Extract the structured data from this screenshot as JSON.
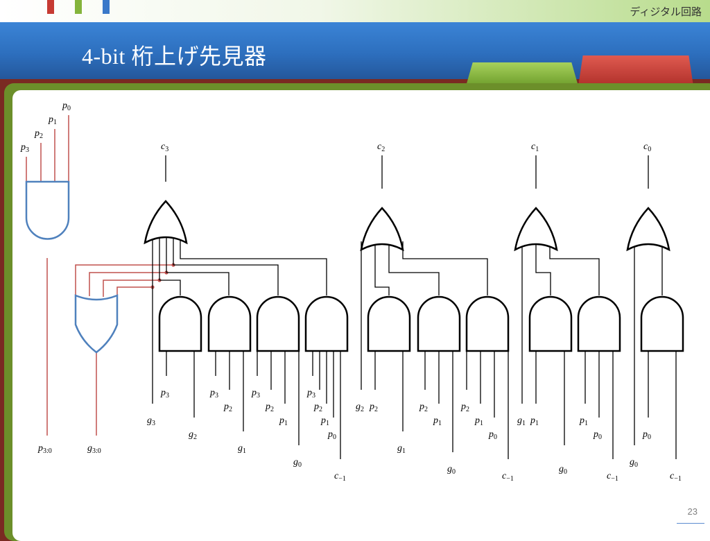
{
  "header": {
    "course_title": "ディジタル回路"
  },
  "slide": {
    "title": "4-bit 桁上げ先見器",
    "page_number": "23"
  },
  "circuit": {
    "inputs": {
      "p3": "p3",
      "p2": "p2",
      "p1": "p1",
      "p0": "p0"
    },
    "outputs": {
      "c3": "c3",
      "c2": "c2",
      "c1": "c1",
      "c0": "c0",
      "p30": "p3:0",
      "g30": "g3:0"
    },
    "labels": {
      "g3": "g3",
      "g2": "g2",
      "g1": "g1",
      "g0": "g0",
      "cm1": "c−1",
      "p3": "p3",
      "p2": "p2",
      "p1": "p1",
      "p0": "p0"
    }
  },
  "colors": {
    "accent_red": "#c0504d",
    "accent_blue": "#4f81bd",
    "wire_black": "#000000"
  }
}
